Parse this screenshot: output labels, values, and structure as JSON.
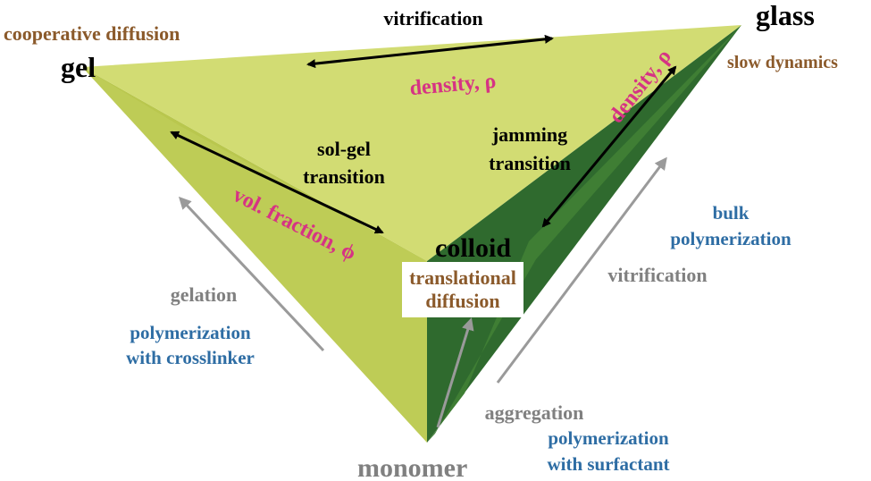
{
  "vertices": {
    "gel": "gel",
    "glass": "glass",
    "colloid": "colloid",
    "monomer": "monomer"
  },
  "vertex_properties": {
    "gel": "cooperative diffusion",
    "glass": "slow dynamics",
    "colloid": [
      "translational",
      "diffusion"
    ]
  },
  "transitions": {
    "gel_glass": "vitrification",
    "gel_colloid": [
      "sol-gel",
      "transition"
    ],
    "colloid_glass": [
      "jamming",
      "transition"
    ]
  },
  "parameters": {
    "gel_glass": "density, ρ",
    "gel_colloid": "vol. fraction, ϕ",
    "colloid_glass": "density, ρ"
  },
  "processes": {
    "monomer_gel": "gelation",
    "monomer_gel_method": [
      "polymerization",
      "with crosslinker"
    ],
    "monomer_glass": "vitrification",
    "monomer_glass_method": [
      "bulk",
      "polymerization"
    ],
    "monomer_colloid": "aggregation",
    "monomer_colloid_method": [
      "polymerization",
      "with surfactant"
    ]
  },
  "colors": {
    "face_light": "#D2DC73",
    "face_mid": "#B9C74E",
    "face_dark": "#2F6A2E",
    "arrow_black": "#000000",
    "arrow_gray": "#9A9A9A",
    "pink": "#D63384",
    "brown": "#8B5A2B",
    "blue": "#2E6DA4",
    "gray": "#808080"
  }
}
